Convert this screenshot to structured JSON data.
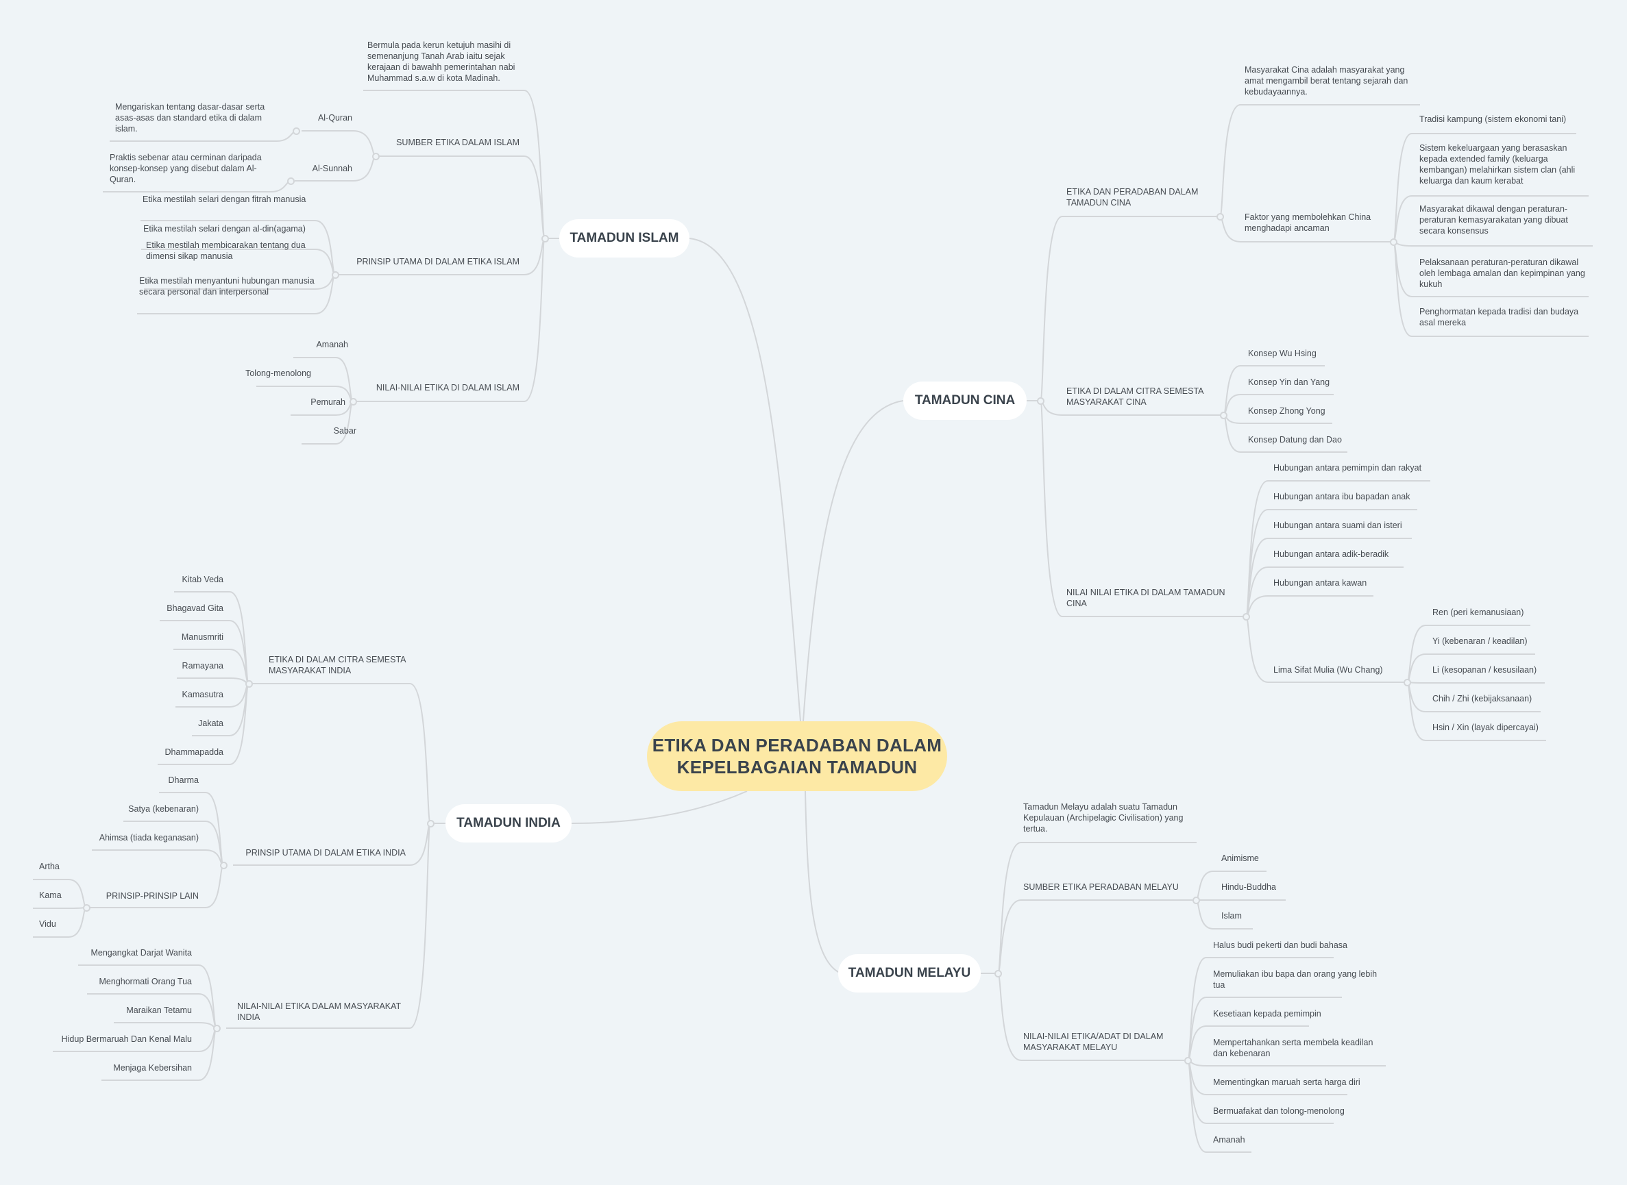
{
  "colors": {
    "background": "#eff4f7",
    "line": "#d3d6d9",
    "central_fill": "#fde9a5",
    "main_fill": "#ffffff",
    "text": "#3c4147"
  },
  "central_topic": {
    "line1": "ETIKA DAN PERADABAN DALAM",
    "line2": "KEPELBAGAIAN TAMADUN"
  },
  "branches": [
    {
      "id": "islam",
      "title": "TAMADUN ISLAM",
      "side": "left",
      "children": [
        {
          "text": "Bermula pada kerun ketujuh masihi di semenanjung Tanah Arab iaitu sejak kerajaan di bawahh pemerintahan nabi Muhammad s.a.w di kota Madinah.",
          "children": []
        },
        {
          "text": "SUMBER ETIKA DALAM ISLAM",
          "children": [
            {
              "text": "Al-Quran",
              "children": [
                {
                  "text": "Mengariskan tentang dasar-dasar serta asas-asas dan standard etika di dalam islam."
                }
              ]
            },
            {
              "text": "Al-Sunnah",
              "children": [
                {
                  "text": "Praktis sebenar atau cerminan daripada konsep-konsep yang disebut dalam Al-Quran."
                }
              ]
            }
          ]
        },
        {
          "text": "PRINSIP UTAMA DI DALAM ETIKA ISLAM",
          "children": [
            {
              "text": "Etika mestilah selari dengan fitrah manusia"
            },
            {
              "text": "Etika mestilah selari dengan al-din(agama)"
            },
            {
              "text": "Etika mestilah membicarakan tentang dua dimensi sikap manusia"
            },
            {
              "text": "Etika mestilah menyantuni hubungan manusia secara personal dan interpersonal"
            }
          ]
        },
        {
          "text": "NILAI-NILAI ETIKA DI DALAM ISLAM",
          "children": [
            {
              "text": "Amanah"
            },
            {
              "text": "Tolong-menolong"
            },
            {
              "text": "Pemurah"
            },
            {
              "text": "Sabar"
            }
          ]
        }
      ]
    },
    {
      "id": "cina",
      "title": "TAMADUN CINA",
      "side": "right",
      "children": [
        {
          "text": "ETIKA DAN PERADABAN DALAM TAMADUN CINA",
          "children": [
            {
              "text": "Masyarakat Cina adalah masyarakat yang amat mengambil berat tentang sejarah dan kebudayaannya."
            },
            {
              "text": "Faktor yang membolehkan China menghadapi ancaman",
              "children": [
                {
                  "text": "Tradisi kampung (sistem ekonomi tani)"
                },
                {
                  "text": "Sistem kekeluargaan yang berasaskan kepada extended family (keluarga kembangan) melahirkan sistem clan (ahli keluarga dan kaum kerabat"
                },
                {
                  "text": "Masyarakat dikawal dengan peraturan-peraturan kemasyarakatan yang dibuat secara konsensus"
                },
                {
                  "text": "Pelaksanaan peraturan-peraturan dikawal oleh lembaga amalan dan kepimpinan yang kukuh"
                },
                {
                  "text": "Penghormatan kepada tradisi dan budaya asal mereka"
                }
              ]
            }
          ]
        },
        {
          "text": "ETIKA DI DALAM CITRA SEMESTA MASYARAKAT CINA",
          "children": [
            {
              "text": "Konsep Wu Hsing"
            },
            {
              "text": "Konsep Yin dan Yang"
            },
            {
              "text": "Konsep Zhong Yong"
            },
            {
              "text": "Konsep Datung dan Dao"
            }
          ]
        },
        {
          "text": "NILAI NILAI ETIKA DI DALAM TAMADUN CINA",
          "children": [
            {
              "text": "Hubungan antara pemimpin dan rakyat"
            },
            {
              "text": "Hubungan antara ibu bapadan anak"
            },
            {
              "text": "Hubungan antara suami dan isteri"
            },
            {
              "text": "Hubungan antara adik-beradik"
            },
            {
              "text": "Hubungan antara kawan"
            },
            {
              "text": "Lima Sifat Mulia (Wu Chang)",
              "children": [
                {
                  "text": "Ren (peri kemanusiaan)"
                },
                {
                  "text": "Yi (kebenaran / keadilan)"
                },
                {
                  "text": "Li (kesopanan / kesusilaan)"
                },
                {
                  "text": "Chih / Zhi (kebijaksanaan)"
                },
                {
                  "text": "Hsin / Xin (layak dipercayai)"
                }
              ]
            }
          ]
        }
      ]
    },
    {
      "id": "india",
      "title": "TAMADUN INDIA",
      "side": "left",
      "children": [
        {
          "text": "ETIKA DI DALAM CITRA SEMESTA MASYARAKAT INDIA",
          "children": [
            {
              "text": "Kitab Veda"
            },
            {
              "text": "Bhagavad Gita"
            },
            {
              "text": "Manusmriti"
            },
            {
              "text": "Ramayana"
            },
            {
              "text": "Kamasutra"
            },
            {
              "text": "Jakata"
            },
            {
              "text": "Dhammapadda"
            }
          ]
        },
        {
          "text": "PRINSIP UTAMA DI DALAM ETIKA INDIA",
          "children": [
            {
              "text": "Dharma"
            },
            {
              "text": "Satya (kebenaran)"
            },
            {
              "text": "Ahimsa (tiada keganasan)"
            },
            {
              "text": "PRINSIP-PRINSIP LAIN",
              "children": [
                {
                  "text": "Artha"
                },
                {
                  "text": "Kama"
                },
                {
                  "text": "Vidu"
                }
              ]
            }
          ]
        },
        {
          "text": "NILAI-NILAI ETIKA DALAM MASYARAKAT INDIA",
          "children": [
            {
              "text": "Mengangkat Darjat Wanita"
            },
            {
              "text": "Menghormati Orang Tua"
            },
            {
              "text": "Maraikan Tetamu"
            },
            {
              "text": "Hidup Bermaruah Dan Kenal Malu"
            },
            {
              "text": "Menjaga Kebersihan"
            }
          ]
        }
      ]
    },
    {
      "id": "melayu",
      "title": "TAMADUN MELAYU",
      "side": "right",
      "children": [
        {
          "text": "Tamadun Melayu adalah suatu Tamadun Kepulauan (Archipelagic Civilisation) yang tertua."
        },
        {
          "text": "SUMBER ETIKA PERADABAN MELAYU",
          "children": [
            {
              "text": "Animisme"
            },
            {
              "text": "Hindu-Buddha"
            },
            {
              "text": "Islam"
            }
          ]
        },
        {
          "text": "NILAI-NILAI ETIKA/ADAT DI DALAM MASYARAKAT MELAYU",
          "children": [
            {
              "text": "Halus budi pekerti dan budi bahasa"
            },
            {
              "text": "Memuliakan ibu bapa dan orang yang lebih tua"
            },
            {
              "text": "Kesetiaan kepada pemimpin"
            },
            {
              "text": "Mempertahankan serta membela keadilan dan kebenaran"
            },
            {
              "text": "Mementingkan maruah serta harga diri"
            },
            {
              "text": "Bermuafakat dan tolong-menolong"
            },
            {
              "text": "Amanah"
            }
          ]
        }
      ]
    }
  ]
}
